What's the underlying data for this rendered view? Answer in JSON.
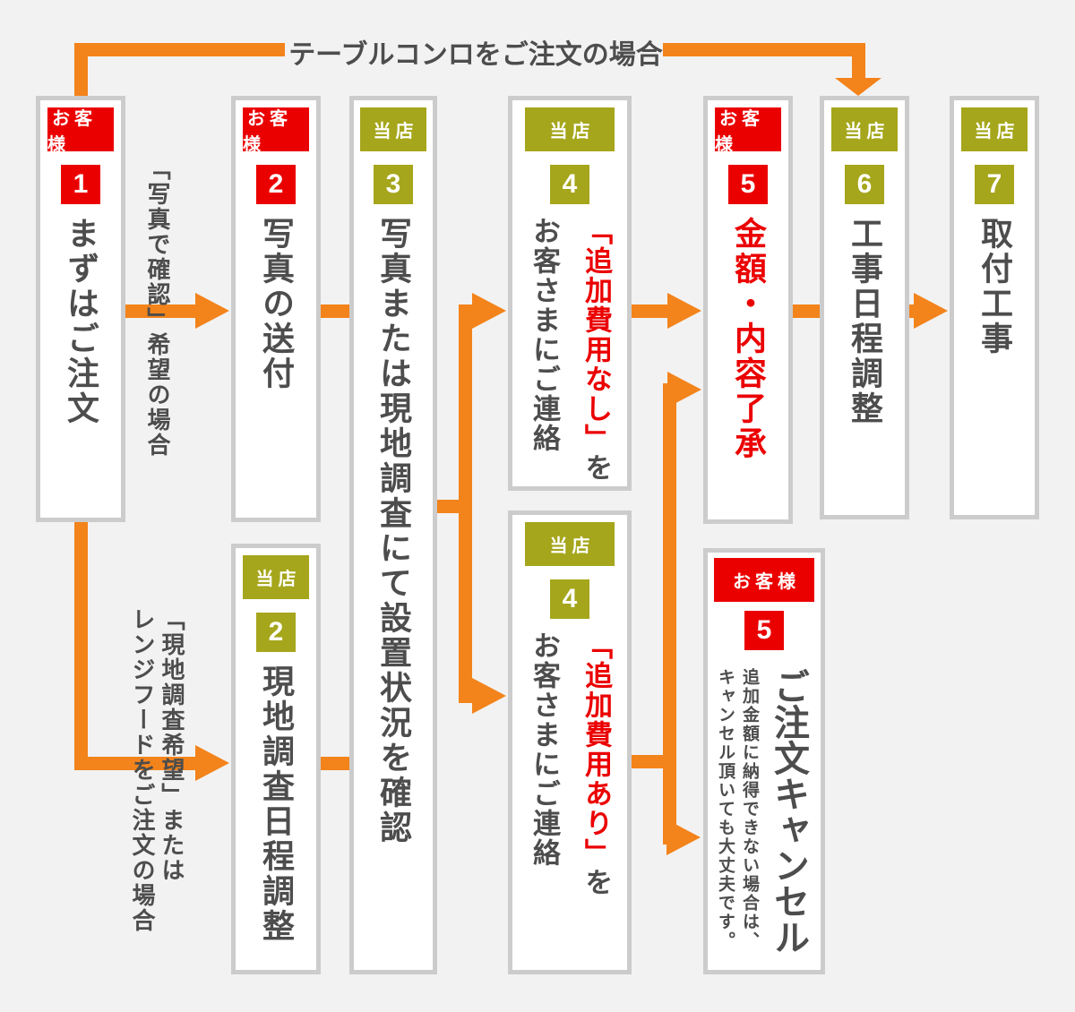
{
  "top_route": {
    "label": "テーブルコンロをご注文の場合"
  },
  "annotations": {
    "photo_case": "「写真で確認」希望の場合",
    "site_case_col1": "「現地調査希望」または",
    "site_case_col2": "レンジフードをご注文の場合"
  },
  "colors": {
    "accent_red": "#EB0000",
    "accent_olive": "#A5A61B",
    "arrow_orange": "#F3831B",
    "text_gray": "#4D4D4D",
    "box_border": "#CCCCCC",
    "background": "#F2F2F2"
  },
  "steps": [
    {
      "number": "1",
      "role": "customer",
      "role_label": "お客様",
      "title": "まずはご注文"
    },
    {
      "number": "2",
      "role": "customer",
      "role_label": "お客様",
      "title": "写真の送付"
    },
    {
      "number": "2",
      "role": "store",
      "role_label": "当店",
      "title": "現地調査日程調整"
    },
    {
      "number": "3",
      "role": "store",
      "role_label": "当店",
      "title": "写真または現地調査にて設置状況を確認"
    },
    {
      "number": "4",
      "role": "store",
      "role_label": "当店",
      "title_red": "「追加費用なし」",
      "title_suffix": "を",
      "title_sub": "お客さまにご連絡"
    },
    {
      "number": "4",
      "role": "store",
      "role_label": "当店",
      "title_red": "「追加費用あり」",
      "title_suffix": "を",
      "title_sub": "お客さまにご連絡"
    },
    {
      "number": "5",
      "role": "customer",
      "role_label": "お客様",
      "title": "金額・内容了承"
    },
    {
      "number": "5",
      "role": "customer",
      "role_label": "お客様",
      "title": "ご注文キャンセル",
      "note_col1": "追加金額に納得できない場合は、",
      "note_col2": "キャンセル頂いても大丈夫です。"
    },
    {
      "number": "6",
      "role": "store",
      "role_label": "当店",
      "title": "工事日程調整"
    },
    {
      "number": "7",
      "role": "store",
      "role_label": "当店",
      "title": "取付工事"
    }
  ]
}
